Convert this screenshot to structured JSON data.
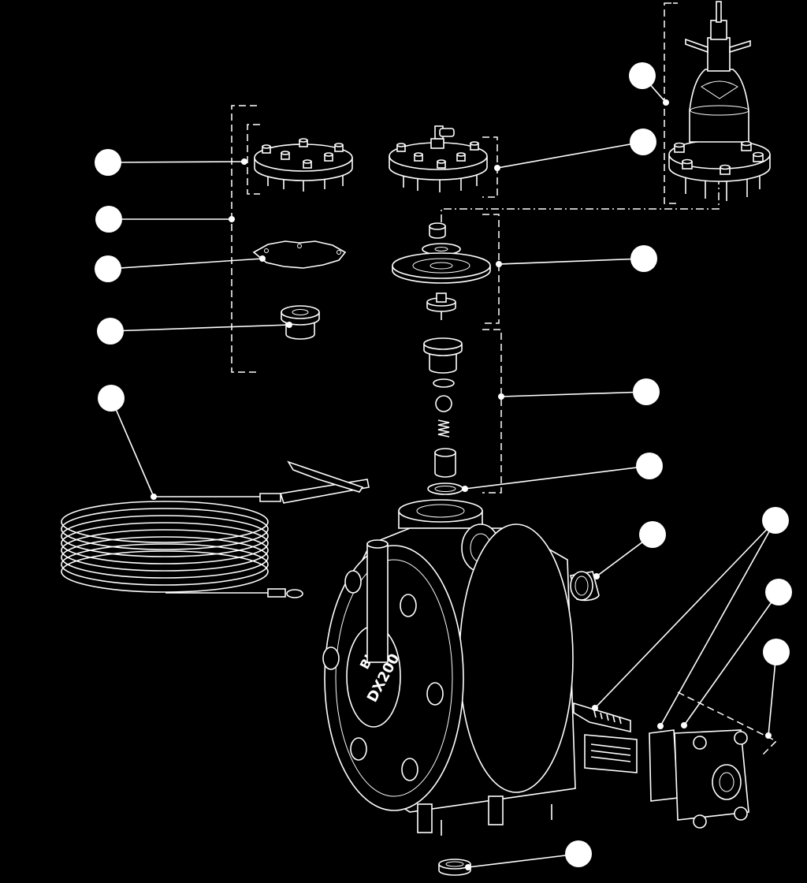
{
  "diagram": {
    "background": "#000000",
    "line_color": "#ffffff",
    "brand": "BINKS",
    "model": "DX200",
    "callouts": [
      {
        "id": "c1"
      },
      {
        "id": "c2"
      },
      {
        "id": "c3"
      },
      {
        "id": "c4"
      },
      {
        "id": "c5"
      },
      {
        "id": "c6"
      },
      {
        "id": "c7"
      },
      {
        "id": "c8"
      },
      {
        "id": "c9"
      },
      {
        "id": "c10"
      },
      {
        "id": "c11"
      },
      {
        "id": "c12"
      },
      {
        "id": "c13"
      },
      {
        "id": "c14"
      },
      {
        "id": "c15"
      }
    ]
  }
}
